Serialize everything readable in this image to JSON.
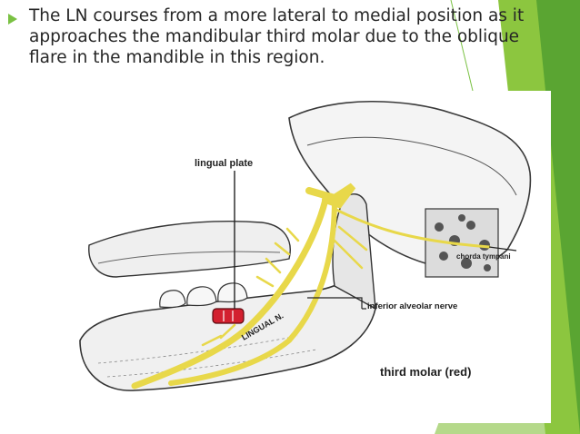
{
  "slide": {
    "bullet_text": "The LN courses from a more lateral to medial position as it\napproaches the mandibular third molar due to the oblique\nflare in the mandible in this region.",
    "accent_color": "#7ac143",
    "text_color": "#262626"
  },
  "figure": {
    "labels": {
      "lingual_plate": "lingual plate",
      "chorda_tympani": "chorda tympani",
      "inferior_alveolar_nerve": "inferior alveolar nerve",
      "lingual_n": "LINGUAL N.",
      "third_molar": "third molar (red)"
    },
    "colors": {
      "nerve": "#f3ee7c",
      "molar": "#d3202f"
    }
  }
}
